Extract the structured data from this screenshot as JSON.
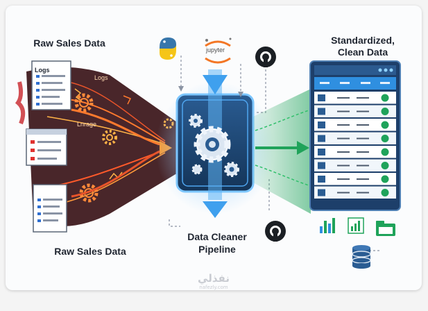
{
  "left_label_top": "Raw Sales Data",
  "left_label_bottom": "Raw Sales Data",
  "right_label_line1": "Standardized,",
  "right_label_line2": "Clean Data",
  "center_label_line1": "Data Cleaner",
  "center_label_line2": "Pipeline",
  "doc_logs_label": "Logs",
  "doc_logs_label2": "Logs",
  "doc_image_label": "Lnrage",
  "jupyter_label": "jupyter",
  "watermark_arabic": "نفذلي",
  "watermark_latin": "nafezly.com",
  "icons": [
    "python-icon",
    "jupyter-icon",
    "github-icon",
    "gear-icon",
    "database-icon",
    "folder-icon"
  ],
  "colors": {
    "raw_accent": "#e8542a",
    "clean_accent": "#1fa35a",
    "pipeline_blue": "#2f8fe0",
    "panel_navy": "#1d3f6a"
  }
}
